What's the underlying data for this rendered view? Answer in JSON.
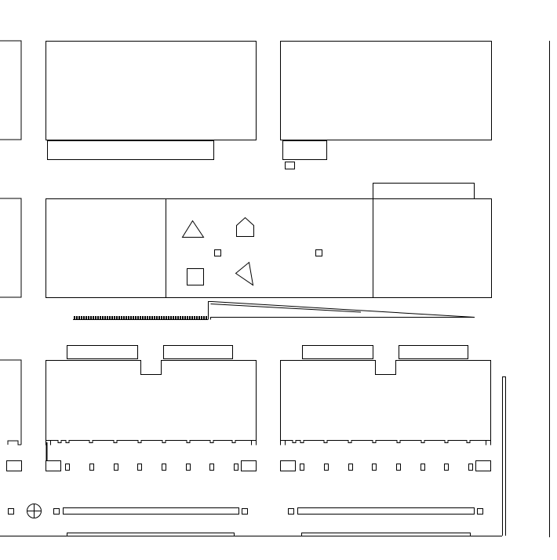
{
  "drawing": {
    "background": "#ffffff",
    "line_color": "#000000",
    "style": "monochrome line-art layout drawing",
    "text_labels": []
  },
  "symbols": {
    "triangle": "triangle-outline",
    "pentagon": "house-shape-outline",
    "square": "square-outline",
    "left_triangle": "left-pointing-triangle-outline",
    "crosshair": "circle-crosshair"
  }
}
